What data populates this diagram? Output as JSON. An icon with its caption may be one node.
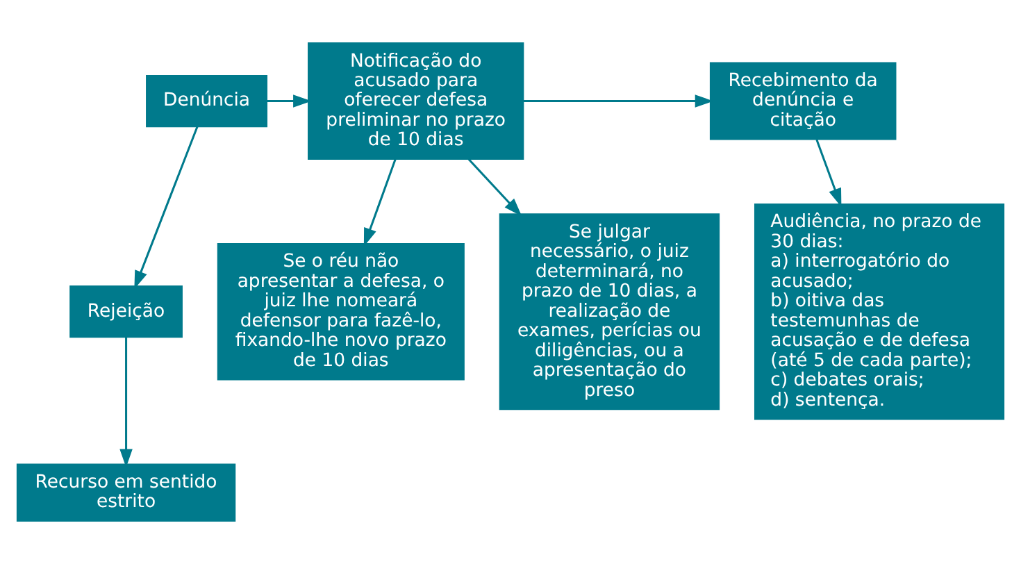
{
  "diagram": {
    "nodes": [
      {
        "text": [
          "Denúncia"
        ]
      },
      {
        "text": [
          "Notificação do acusado para oferecer defesa preliminar no prazo de 10 dias"
        ]
      },
      {
        "text": [
          "Recebimento da denúncia e citação"
        ]
      },
      {
        "text": [
          "Rejeição"
        ]
      },
      {
        "text": [
          "Se o réu não apresentar a defesa, o juiz lhe nomeará defensor para fazê-lo, fixando-lhe novo prazo de 10 dias"
        ]
      },
      {
        "text": [
          "Se julgar necessário, o juiz determinará, no prazo de 10 dias, a realização de exames, perícias ou diligências, ou a apresentação do preso"
        ]
      },
      {
        "text": [
          "Audiência, no prazo de 30 dias:",
          "a) interrogatório do acusado;",
          "b) oitiva das testemunhas de acusação e de defesa (até 5 de cada parte);",
          "c) debates orais;",
          "d) sentença."
        ]
      },
      {
        "text": [
          "Recurso em sentido estrito"
        ]
      }
    ],
    "edges": [
      {
        "from": 0,
        "to": 1,
        "arrow": "to"
      },
      {
        "from": 0,
        "to": 3,
        "arrow": "to"
      },
      {
        "from": 1,
        "to": 2,
        "arrow": "to"
      },
      {
        "from": 1,
        "to": 4,
        "arrow": "to"
      },
      {
        "from": 1,
        "to": 5,
        "arrow": "to"
      },
      {
        "from": 2,
        "to": 6,
        "arrow": "to"
      },
      {
        "from": 3,
        "to": 7,
        "arrow": "to"
      }
    ]
  }
}
